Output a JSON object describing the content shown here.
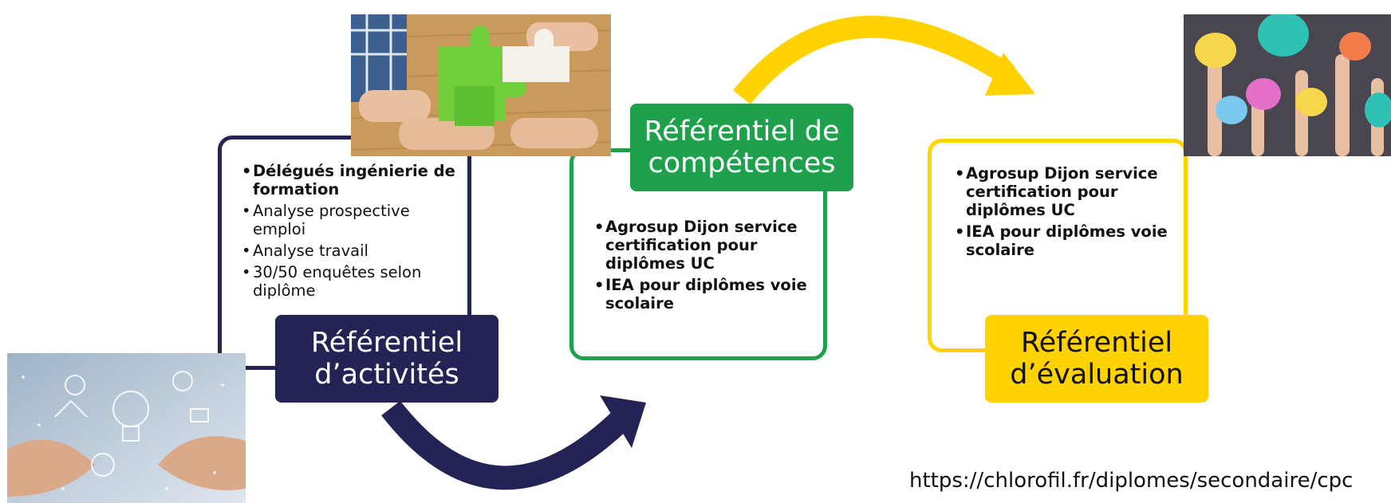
{
  "activites": {
    "title": "Référentiel\nd’activités",
    "color": "#232455",
    "items": [
      {
        "text": "Délégués ingénierie de formation",
        "bold": true
      },
      {
        "text": "Analyse prospective emploi",
        "bold": false
      },
      {
        "text": "Analyse travail",
        "bold": false
      },
      {
        "text": "30/50 enquêtes selon diplôme",
        "bold": false
      }
    ]
  },
  "competences": {
    "title": "Référentiel de\ncompétences",
    "color": "#1fa04d",
    "items": [
      {
        "text": "Agrosup Dijon service certification pour diplômes UC",
        "bold": true
      },
      {
        "text": "IEA pour diplômes voie scolaire",
        "bold": true
      }
    ]
  },
  "evaluation": {
    "title": "Référentiel\nd’évaluation",
    "color": "#ffd200",
    "items": [
      {
        "text": "Agrosup Dijon service certification pour diplômes UC",
        "bold": true
      },
      {
        "text": "IEA pour diplômes voie scolaire",
        "bold": true
      }
    ]
  },
  "source_url": "https://chlorofil.fr/diplomes/secondaire/cpc",
  "images": [
    "puzzle-photo",
    "speech-bubbles-photo",
    "innovation-hands-photo"
  ]
}
